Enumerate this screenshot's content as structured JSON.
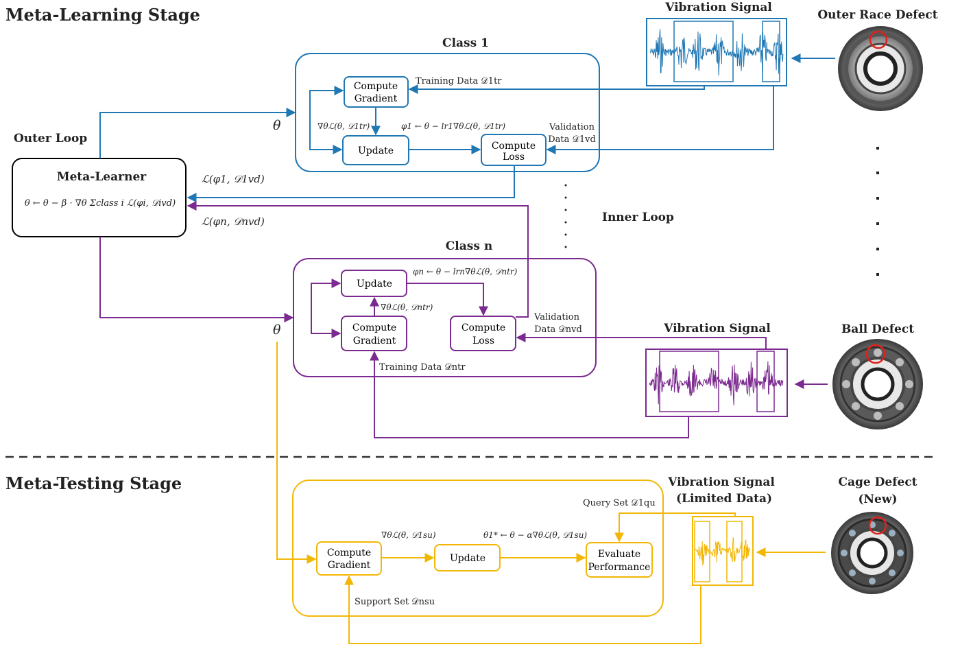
{
  "stages": {
    "learning": "Meta-Learning Stage",
    "testing": "Meta-Testing Stage"
  },
  "outer_loop": "Outer Loop",
  "inner_loop": "Inner Loop",
  "meta_learner": {
    "title": "Meta-Learner",
    "update": "θ ← θ − β · ∇θ Σclass i ℒ(φi, 𝒟ivd)"
  },
  "theta": "θ",
  "loss_1": "ℒ(φ1, 𝒟1vd)",
  "loss_n": "ℒ(φn, 𝒟nvd)",
  "class1": {
    "title": "Class 1",
    "compute_gradient": [
      "Compute",
      "Gradient"
    ],
    "update": "Update",
    "compute_loss": [
      "Compute",
      "Loss"
    ],
    "training_data": "Training Data 𝒟1tr",
    "grad_label": "∇θℒ(θ, 𝒟1tr)",
    "phi_update": "φ1 ← θ − lr1∇θℒ(θ, 𝒟1tr)",
    "validation": [
      "Validation",
      "Data 𝒟1vd"
    ]
  },
  "classn": {
    "title": "Class n",
    "update": "Update",
    "compute_gradient": [
      "Compute",
      "Gradient"
    ],
    "compute_loss": [
      "Compute",
      "Loss"
    ],
    "training_data": "Training Data 𝒟ntr",
    "grad_label": "∇θℒ(θ, 𝒟ntr)",
    "phi_update": "φn ← θ − lrn∇θℒ(θ, 𝒟ntr)",
    "validation": [
      "Validation",
      "Data 𝒟nvd"
    ]
  },
  "testing": {
    "compute_gradient": [
      "Compute",
      "Gradient"
    ],
    "update": "Update",
    "evaluate": [
      "Evaluate",
      "Performance"
    ],
    "grad_label": "∇θℒ(θ, 𝒟1su)",
    "theta_update": "θ1* ← θ − α∇θℒ(θ, 𝒟1su)",
    "query_set": "Query Set 𝒟1qu",
    "support_set": "Support Set 𝒟nsu"
  },
  "signals": {
    "s1": "Vibration Signal",
    "s2": "Vibration Signal",
    "s3": [
      "Vibration Signal",
      "(Limited Data)"
    ]
  },
  "defects": {
    "outer": "Outer Race Defect",
    "ball": "Ball Defect",
    "cage": [
      "Cage Defect",
      "(New)"
    ]
  },
  "colors": {
    "blue": "#1f77b4",
    "purple": "#7b2a8f",
    "yellow": "#f2b705",
    "black": "#000000",
    "defect_circle": "#e0211b"
  }
}
